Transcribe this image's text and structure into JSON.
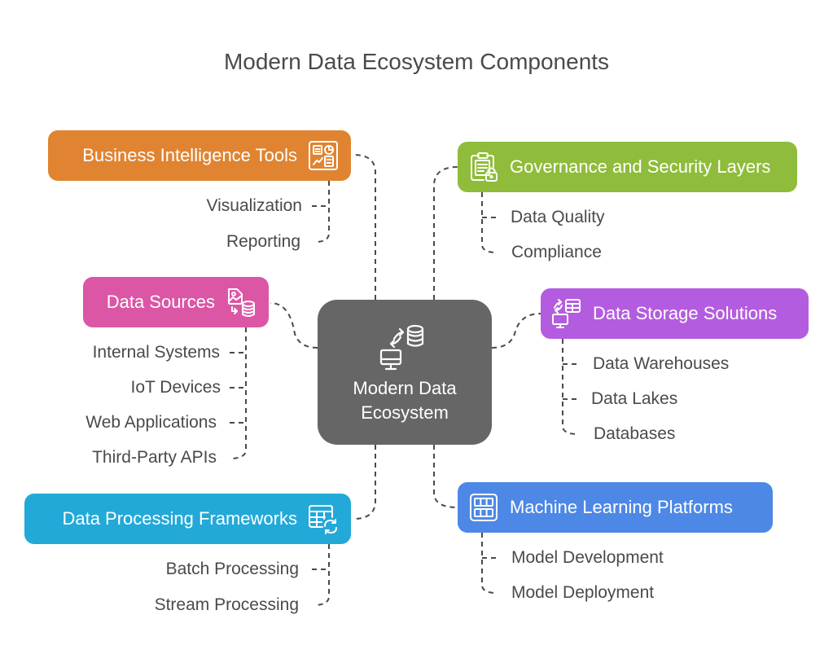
{
  "title": "Modern Data Ecosystem Components",
  "center": {
    "label_line1": "Modern Data",
    "label_line2": "Ecosystem",
    "icon": "data-sync-icon",
    "color": "#666666"
  },
  "branches": [
    {
      "id": "bi",
      "label": "Business Intelligence Tools",
      "icon": "dashboard-icon",
      "color": "#E08431",
      "children": [
        "Visualization",
        "Reporting"
      ]
    },
    {
      "id": "governance",
      "label": "Governance and Security Layers",
      "icon": "clipboard-lock-icon",
      "color": "#8FBC3B",
      "children": [
        "Data Quality",
        "Compliance"
      ]
    },
    {
      "id": "sources",
      "label": "Data Sources",
      "icon": "file-to-database-icon",
      "color": "#DC56A6",
      "children": [
        "Internal Systems",
        "IoT Devices",
        "Web Applications",
        "Third-Party APIs"
      ]
    },
    {
      "id": "storage",
      "label": "Data Storage Solutions",
      "icon": "monitor-table-sync-icon",
      "color": "#B45CDF",
      "children": [
        "Data Warehouses",
        "Data Lakes",
        "Databases"
      ]
    },
    {
      "id": "processing",
      "label": "Data Processing Frameworks",
      "icon": "table-refresh-icon",
      "color": "#22A9D8",
      "children": [
        "Batch Processing",
        "Stream Processing"
      ]
    },
    {
      "id": "ml",
      "label": "Machine Learning Platforms",
      "icon": "grid-panel-icon",
      "color": "#4E88E6",
      "children": [
        "Model Development",
        "Model Deployment"
      ]
    }
  ]
}
